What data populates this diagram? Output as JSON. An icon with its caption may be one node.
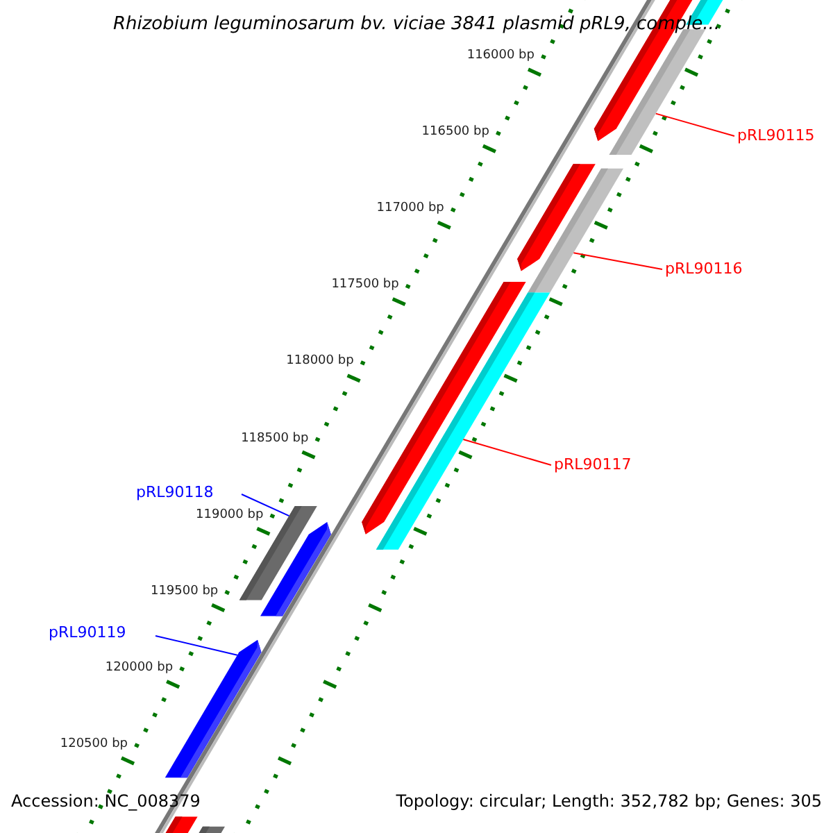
{
  "diagram": {
    "title": "Rhizobium leguminosarum bv. viciae 3841 plasmid pRL9, comple...",
    "nodes": [
      {
        "text": [
          "pRL90115"
        ]
      },
      {
        "text": [],
        "shape": "bar"
      },
      {
        "text": [
          "pRL90116"
        ]
      },
      {
        "text": [],
        "shape": "bar"
      },
      {
        "text": [
          "pRL90117"
        ]
      },
      {
        "text": [],
        "shape": "bar"
      },
      {
        "text": [
          "pRL90118"
        ]
      },
      {
        "text": [],
        "shape": "bar"
      },
      {
        "text": [
          "pRL90119"
        ]
      },
      {
        "text": [],
        "shape": "bar"
      },
      {
        "text": [],
        "shape": "bar"
      },
      {
        "text": [],
        "shape": "bar"
      },
      {
        "text": [],
        "shape": "bar"
      },
      {
        "text": [],
        "shape": "bar"
      },
      {
        "text": [],
        "shape": "bar"
      },
      {
        "text": [],
        "shape": "bar"
      },
      {
        "text": [],
        "shape": "bar"
      }
    ],
    "edges": [
      {
        "from": 0,
        "to": 1,
        "arrow": "none",
        "color": "#ff0000"
      },
      {
        "from": 2,
        "to": 3,
        "arrow": "none",
        "color": "#ff0000"
      },
      {
        "from": 4,
        "to": 5,
        "arrow": "none",
        "color": "#ff0000"
      },
      {
        "from": 6,
        "to": 7,
        "arrow": "none",
        "color": "#0000ff"
      },
      {
        "from": 8,
        "to": 9,
        "arrow": "none",
        "color": "#0000ff"
      }
    ],
    "labels": [
      "116000 bp",
      "116500 bp",
      "117000 bp",
      "117500 bp",
      "118000 bp",
      "118500 bp",
      "119000 bp",
      "119500 bp",
      "120000 bp",
      "120500 bp",
      "Accession: NC_008379",
      "Topology: circular; Length: 352,782 bp; Genes: 305"
    ]
  }
}
